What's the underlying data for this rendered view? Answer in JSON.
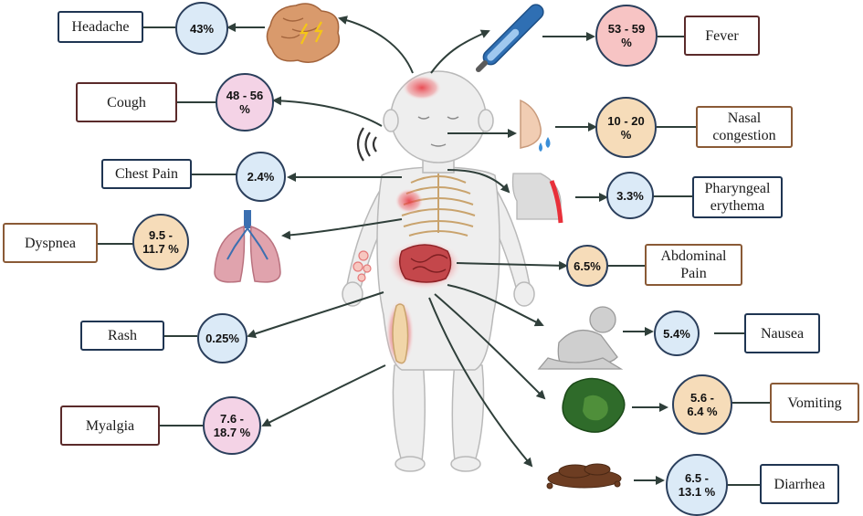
{
  "symptoms": {
    "headache": {
      "label": "Headache",
      "value": "43%"
    },
    "fever": {
      "label": "Fever",
      "value": "53 - 59\n%"
    },
    "cough": {
      "label": "Cough",
      "value": "48 - 56\n%"
    },
    "nasal": {
      "label": "Nasal\ncongestion",
      "value": "10 - 20\n%"
    },
    "chest": {
      "label": "Chest Pain",
      "value": "2.4%"
    },
    "pharyngeal": {
      "label": "Pharyngeal\nerythema",
      "value": "3.3%"
    },
    "dyspnea": {
      "label": "Dyspnea",
      "value": "9.5 -\n11.7 %"
    },
    "abdominal": {
      "label": "Abdominal\nPain",
      "value": "6.5%"
    },
    "rash": {
      "label": "Rash",
      "value": "0.25%"
    },
    "nausea": {
      "label": "Nausea",
      "value": "5.4%"
    },
    "myalgia": {
      "label": "Myalgia",
      "value": "7.6 -\n18.7 %"
    },
    "vomiting": {
      "label": "Vomiting",
      "value": "5.6 -\n6.4 %"
    },
    "diarrhea": {
      "label": "Diarrhea",
      "value": "6.5 -\n13.1 %"
    }
  },
  "icons": [
    "brain-icon",
    "thermometer-icon",
    "nose-icon",
    "throat-icon",
    "lungs-icon",
    "intestine-icon",
    "muscle-icon",
    "rash-icon",
    "nausea-figure-icon",
    "vomit-icon",
    "stool-icon",
    "cough-wave-icon",
    "child-body-icon"
  ],
  "colors": {
    "circle_blue": "#dbeaf7",
    "circle_pink": "#f4d3e6",
    "circle_red": "#f7c4c4",
    "circle_peach": "#f6dcb9",
    "arrow": "#2f3f3a",
    "highlight": "#e8303a"
  }
}
